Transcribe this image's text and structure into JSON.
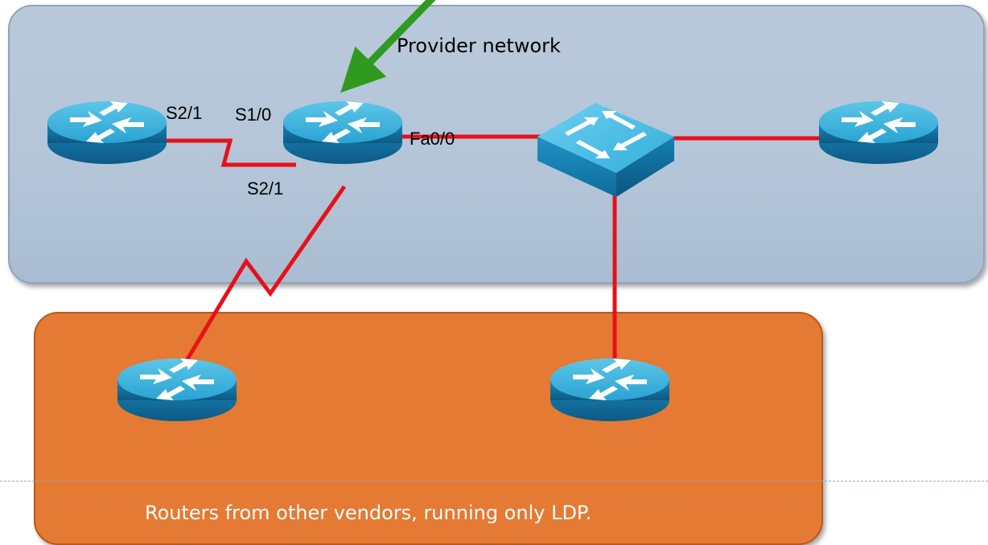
{
  "zones": {
    "provider": {
      "label": "Provider network"
    },
    "vendor": {
      "label": "Routers from other vendors, running only LDP."
    }
  },
  "interfaces": {
    "r1_s21": "S2/1",
    "r2_s10": "S1/0",
    "r2_s21": "S2/1",
    "r2_fa00": "Fa0/0"
  },
  "colors": {
    "provider_zone": "#b9c9db",
    "vendor_zone": "#e47a33",
    "link": "#e8101a",
    "pointer_arrow": "#2f9a1f",
    "device": "#1e9ccb"
  },
  "icons": {
    "router": "router-icon",
    "switch": "switch-icon",
    "pointer": "green-arrow-icon"
  }
}
